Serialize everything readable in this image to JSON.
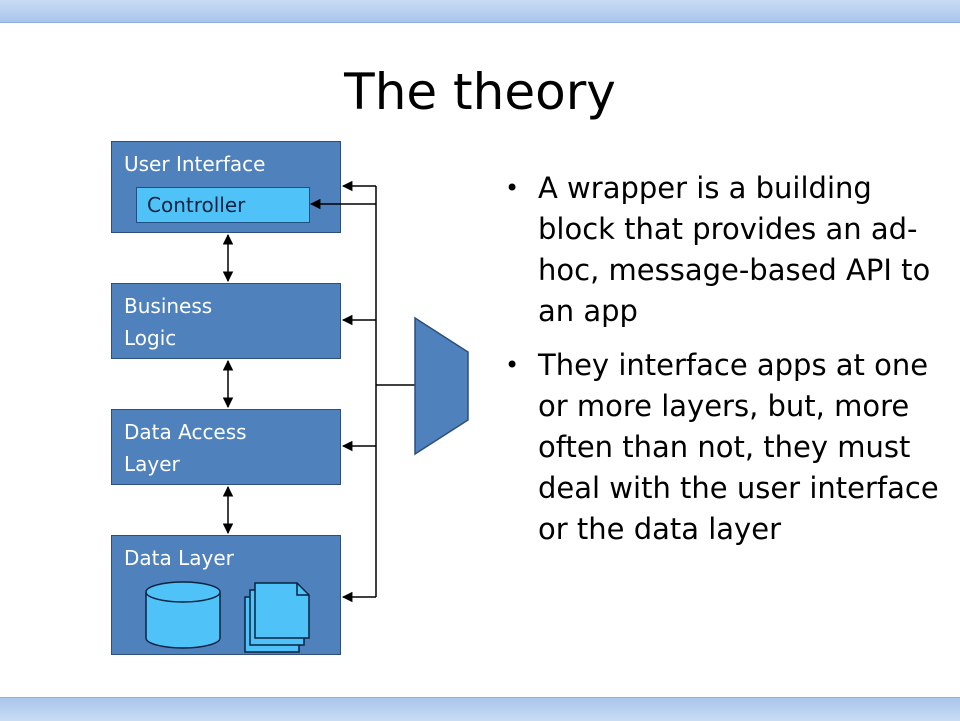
{
  "slide": {
    "title": "The theory"
  },
  "diagram": {
    "layers": [
      {
        "label": "User Interface"
      },
      {
        "label": "Business\nLogic"
      },
      {
        "label": "Data Access\nLayer"
      },
      {
        "label": "Data Layer"
      }
    ],
    "controller_label": "Controller",
    "icons": [
      "database-cylinder-icon",
      "documents-stack-icon"
    ],
    "colors": {
      "layer_fill": "#4f81bd",
      "controller_fill": "#4fc3f7",
      "wrapper_fill": "#4f81bd"
    }
  },
  "bullets": [
    "A wrapper is a building block that provides an ad-hoc, message-based API to an app",
    "They interface apps at one or more layers, but, more often than not, they must deal with the user interface or the data layer"
  ]
}
